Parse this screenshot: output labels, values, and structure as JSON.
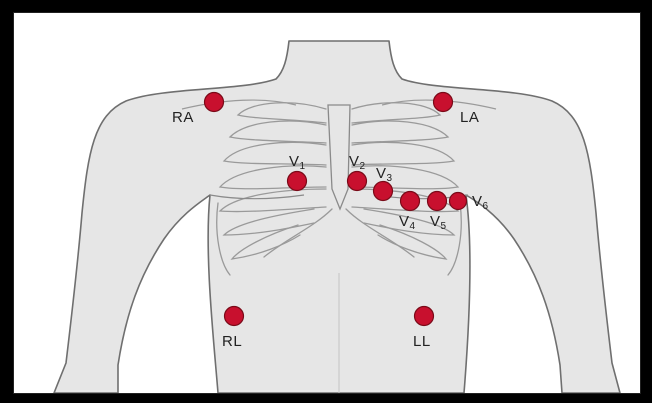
{
  "colors": {
    "background": "#000000",
    "frame": "#ffffff",
    "body_fill": "#e6e6e6",
    "body_outline": "#6f6f6f",
    "rib_line": "#9a9a9a",
    "electrode": "#c8102e",
    "electrode_edge": "#7a0a18",
    "label": "#222222"
  },
  "electrodes": {
    "ra": {
      "label": "RA"
    },
    "la": {
      "label": "LA"
    },
    "v1": {
      "label": "V",
      "sub": "1"
    },
    "v2": {
      "label": "V",
      "sub": "2"
    },
    "v3": {
      "label": "V",
      "sub": "3"
    },
    "v4": {
      "label": "V",
      "sub": "4"
    },
    "v5": {
      "label": "V",
      "sub": "5"
    },
    "v6": {
      "label": "V",
      "sub": "6"
    },
    "rl": {
      "label": "RL"
    },
    "ll": {
      "label": "LL"
    }
  }
}
